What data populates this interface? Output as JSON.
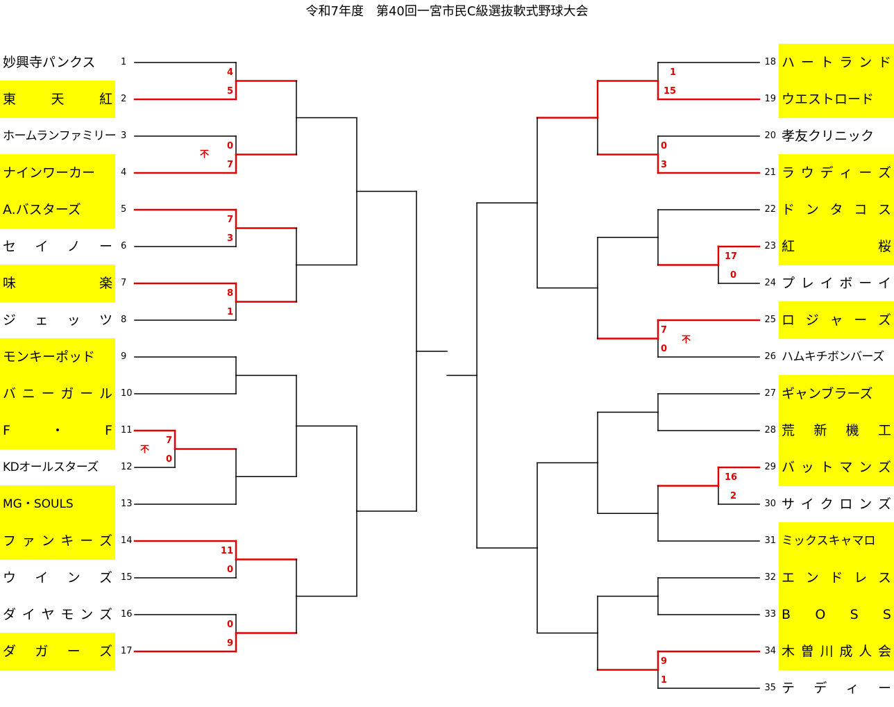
{
  "title": "令和7年度　第40回一宮市民C級選抜軟式野球大会",
  "colors": {
    "winner_line": "#e00000",
    "line": "#000000",
    "highlight": "#ffff00",
    "score": "#e00000"
  },
  "default_win_mark": "不",
  "teams_left": [
    {
      "seed": "1",
      "name": "妙興寺パンクス",
      "highlight": false
    },
    {
      "seed": "2",
      "name": "東天紅",
      "highlight": true
    },
    {
      "seed": "3",
      "name": "ホームランファミリー",
      "highlight": false
    },
    {
      "seed": "4",
      "name": "ナインワーカー",
      "highlight": true
    },
    {
      "seed": "5",
      "name": "A.バスターズ",
      "highlight": true
    },
    {
      "seed": "6",
      "name": "セイノー",
      "highlight": false
    },
    {
      "seed": "7",
      "name": "味楽",
      "highlight": true
    },
    {
      "seed": "8",
      "name": "ジェッツ",
      "highlight": false
    },
    {
      "seed": "9",
      "name": "モンキーポッド",
      "highlight": true
    },
    {
      "seed": "10",
      "name": "バニーガール",
      "highlight": true
    },
    {
      "seed": "11",
      "name": "F・F",
      "highlight": true
    },
    {
      "seed": "12",
      "name": "KDオールスターズ",
      "highlight": false
    },
    {
      "seed": "13",
      "name": "MG・SOULS",
      "highlight": true
    },
    {
      "seed": "14",
      "name": "ファンキーズ",
      "highlight": true
    },
    {
      "seed": "15",
      "name": "ウインズ",
      "highlight": false
    },
    {
      "seed": "16",
      "name": "ダイヤモンズ",
      "highlight": false
    },
    {
      "seed": "17",
      "name": "ダガーズ",
      "highlight": true
    }
  ],
  "teams_right": [
    {
      "seed": "18",
      "name": "ハートランド",
      "highlight": true
    },
    {
      "seed": "19",
      "name": "ウエストロード",
      "highlight": true
    },
    {
      "seed": "20",
      "name": "孝友クリニック",
      "highlight": false
    },
    {
      "seed": "21",
      "name": "ラウディーズ",
      "highlight": true
    },
    {
      "seed": "22",
      "name": "ドンタコス",
      "highlight": true
    },
    {
      "seed": "23",
      "name": "紅桜",
      "highlight": true
    },
    {
      "seed": "24",
      "name": "プレイボーイ",
      "highlight": false
    },
    {
      "seed": "25",
      "name": "ロジャーズ",
      "highlight": true
    },
    {
      "seed": "26",
      "name": "ハムキチボンバーズ",
      "highlight": false
    },
    {
      "seed": "27",
      "name": "ギャンブラーズ",
      "highlight": true
    },
    {
      "seed": "28",
      "name": "荒新機工",
      "highlight": true
    },
    {
      "seed": "29",
      "name": "バットマンズ",
      "highlight": true
    },
    {
      "seed": "30",
      "name": "サイクロンズ",
      "highlight": false
    },
    {
      "seed": "31",
      "name": "ミックスキャマロ",
      "highlight": true
    },
    {
      "seed": "32",
      "name": "エンドレス",
      "highlight": true
    },
    {
      "seed": "33",
      "name": "BOSS",
      "highlight": true
    },
    {
      "seed": "34",
      "name": "木曽川成人会",
      "highlight": true
    },
    {
      "seed": "35",
      "name": "テディー",
      "highlight": false
    }
  ],
  "matches": [
    {
      "id": "L1",
      "scores": [
        "4",
        "5"
      ],
      "default": false
    },
    {
      "id": "L2",
      "scores": [
        "0",
        "7"
      ],
      "default": true
    },
    {
      "id": "L3",
      "scores": [
        "7",
        "3"
      ],
      "default": false
    },
    {
      "id": "L4",
      "scores": [
        "8",
        "1"
      ],
      "default": false
    },
    {
      "id": "L5",
      "scores": [
        "7",
        "0"
      ],
      "default": true
    },
    {
      "id": "L6",
      "scores": [
        "11",
        "0"
      ],
      "default": false
    },
    {
      "id": "L7",
      "scores": [
        "0",
        "9"
      ],
      "default": false
    },
    {
      "id": "R1",
      "scores": [
        "1",
        "15"
      ],
      "default": false
    },
    {
      "id": "R2",
      "scores": [
        "0",
        "3"
      ],
      "default": false
    },
    {
      "id": "R3",
      "scores": [
        "17",
        "0"
      ],
      "default": false
    },
    {
      "id": "R4",
      "scores": [
        "7",
        "0"
      ],
      "default": true
    },
    {
      "id": "R5",
      "scores": [
        "16",
        "2"
      ],
      "default": false
    },
    {
      "id": "R6",
      "scores": [
        "9",
        "1"
      ],
      "default": false
    }
  ]
}
